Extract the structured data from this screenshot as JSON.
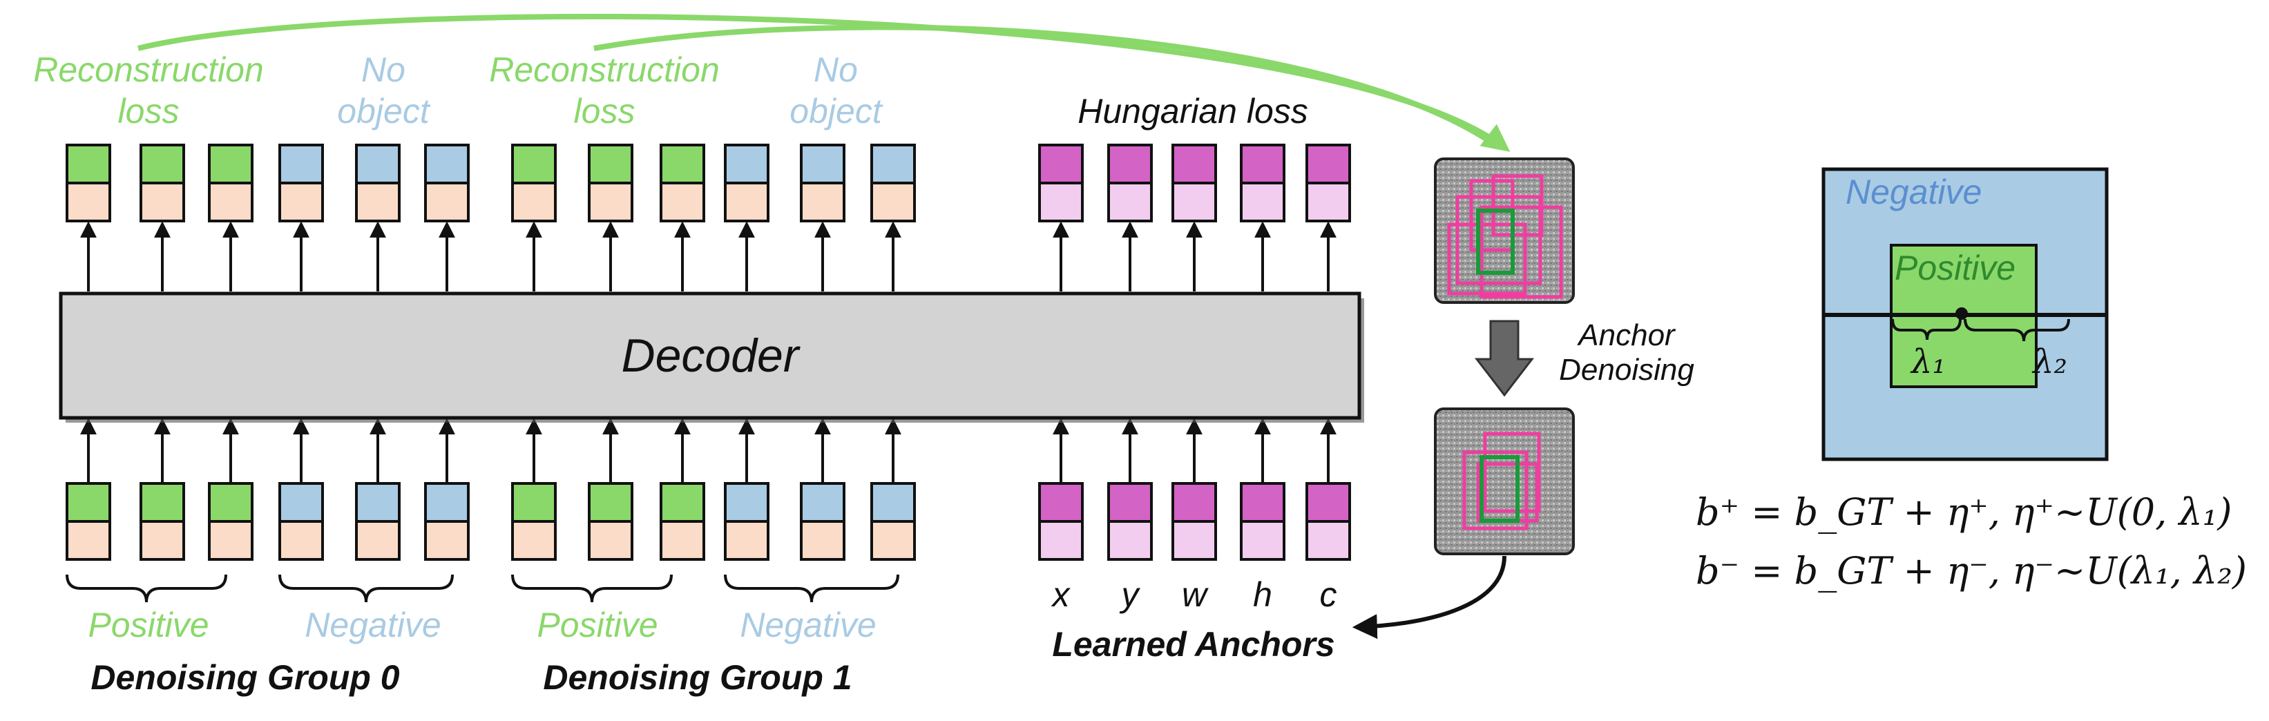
{
  "colors": {
    "green": "#8ad86a",
    "blue_light": "#a9cbe4",
    "peach": "#fbdcc8",
    "magenta": "#d463c6",
    "pink_light": "#f2cdef",
    "decoder_gray": "#d3d3d3",
    "negative_box": "#a9cbe4",
    "positive_box": "#8ad86a",
    "anchor_box_pink": "#ee3ea0",
    "anchor_box_green": "#1a9a3a"
  },
  "top_labels": {
    "recon_loss_0": [
      "Reconstruction",
      "loss"
    ],
    "no_object_0": [
      "No",
      "object"
    ],
    "recon_loss_1": [
      "Reconstruction",
      "loss"
    ],
    "no_object_1": [
      "No",
      "object"
    ],
    "hungarian": "Hungarian loss"
  },
  "decoder": {
    "label": "Decoder"
  },
  "bottom_labels": {
    "positive_0": "Positive",
    "negative_0": "Negative",
    "positive_1": "Positive",
    "negative_1": "Negative",
    "group_0": "Denoising Group 0",
    "group_1": "Denoising Group 1",
    "learned_anchors": "Learned Anchors"
  },
  "anchor_coords": [
    "x",
    "y",
    "w",
    "h",
    "c"
  ],
  "anchor_denoising": [
    "Anchor",
    "Denoising"
  ],
  "inset": {
    "negative": "Negative",
    "positive": "Positive",
    "lambda1": "λ₁",
    "lambda2": "λ₂"
  },
  "equations": {
    "eq_positive": "b⁺ = b_GT + η⁺,  η⁺~U(0, λ₁)",
    "eq_negative": "b⁻ = b_GT + η⁻,  η⁻~U(λ₁, λ₂)"
  }
}
